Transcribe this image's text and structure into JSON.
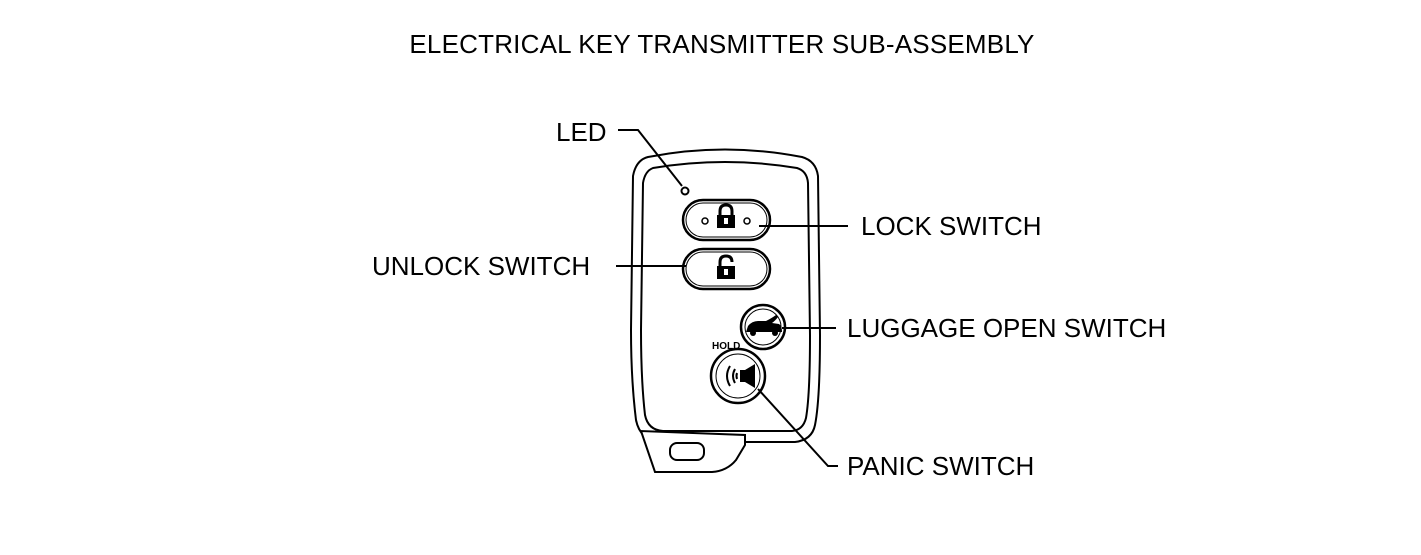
{
  "title": "ELECTRICAL KEY TRANSMITTER SUB-ASSEMBLY",
  "callouts": {
    "led": "LED",
    "lock": "LOCK SWITCH",
    "unlock": "UNLOCK SWITCH",
    "luggage": "LUGGAGE OPEN SWITCH",
    "panic": "PANIC SWITCH"
  },
  "key_face": {
    "hold": "HOLD"
  },
  "icons": {
    "lock": "padlock-closed-icon",
    "unlock": "padlock-open-icon",
    "luggage": "car-trunk-icon",
    "panic": "alarm-horn-icon"
  },
  "colors": {
    "ink": "#000000",
    "paper": "#ffffff"
  }
}
